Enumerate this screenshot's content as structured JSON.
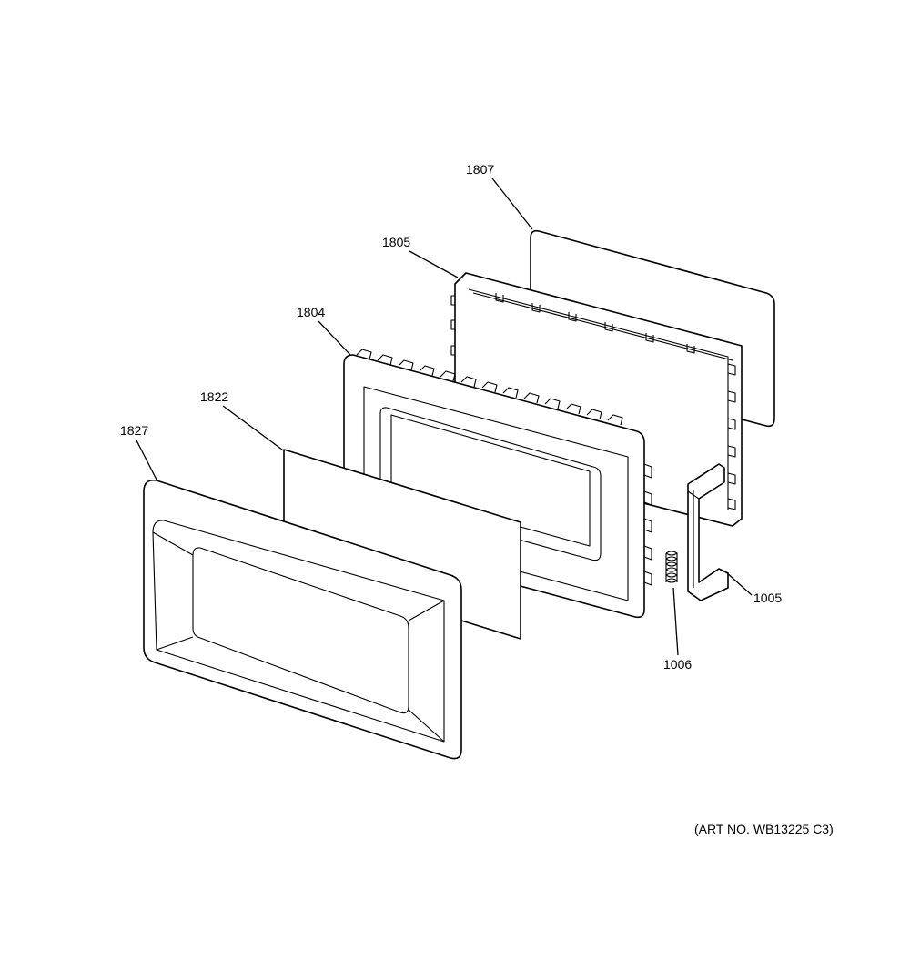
{
  "parts": [
    {
      "id": "1807",
      "label": "1807"
    },
    {
      "id": "1805",
      "label": "1805"
    },
    {
      "id": "1804",
      "label": "1804"
    },
    {
      "id": "1822",
      "label": "1822"
    },
    {
      "id": "1827",
      "label": "1827"
    },
    {
      "id": "1005",
      "label": "1005"
    },
    {
      "id": "1006",
      "label": "1006"
    }
  ],
  "art_number": "(ART NO. WB13225 C3)",
  "colors": {
    "line": "#000000",
    "background": "#ffffff"
  }
}
